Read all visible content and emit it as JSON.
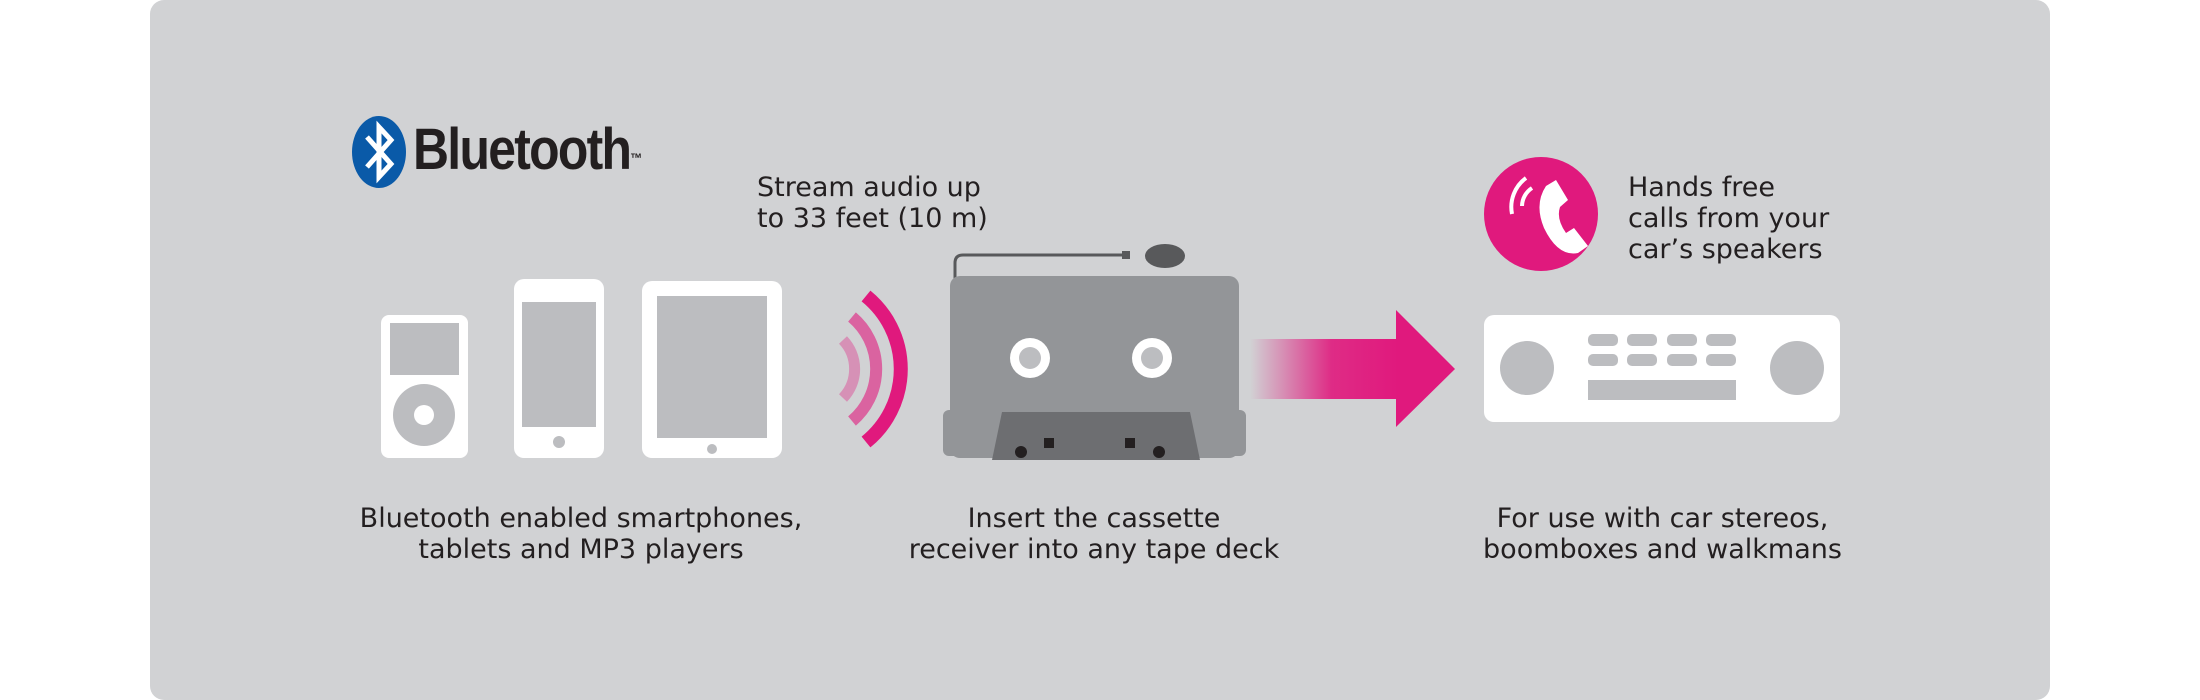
{
  "brand": {
    "name": "Bluetooth",
    "trademark": "™"
  },
  "stream_note": {
    "lines": [
      "Stream audio up",
      "to 33 feet (10 m)"
    ]
  },
  "calls_note": {
    "lines": [
      "Hands free",
      "calls from your",
      "car’s speakers"
    ]
  },
  "captions": {
    "devices": [
      "Bluetooth enabled smartphones,",
      "tablets and MP3 players"
    ],
    "cassette": [
      "Insert the cassette",
      "receiver into any tape deck"
    ],
    "stereo": [
      "For use with car stereos,",
      "boomboxes and walkmans"
    ]
  },
  "colors": {
    "background": "#d1d2d4",
    "accent": "#e0197d",
    "bluetooth_blue": "#0a5aa8",
    "device": "#ffffff",
    "device_screen": "#bcbdc0",
    "cassette": "#939598",
    "text": "#231f20"
  },
  "icons": {
    "brand": "bluetooth-icon",
    "phone": "phone-icon",
    "signal": "wireless-signal-icon",
    "arrow": "arrow-right-icon"
  }
}
